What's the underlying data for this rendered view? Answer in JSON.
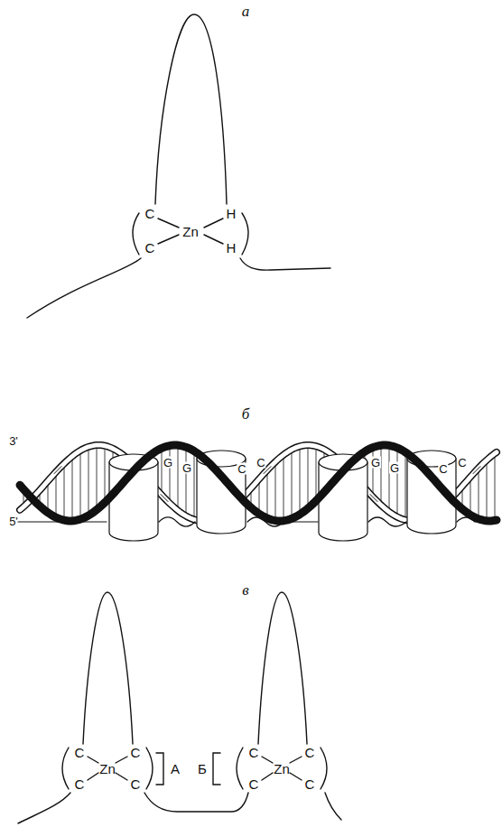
{
  "diagram": {
    "labels": [
      "а",
      "C",
      "Zn",
      "H",
      "C",
      "H",
      "б",
      "3'",
      "5'",
      "G",
      "G",
      "C",
      "C",
      "G",
      "G",
      "C",
      "C",
      "в",
      "C",
      "Zn",
      "C",
      "C",
      "C",
      "А",
      "Б",
      "C",
      "Zn",
      "C",
      "C",
      "C"
    ]
  }
}
